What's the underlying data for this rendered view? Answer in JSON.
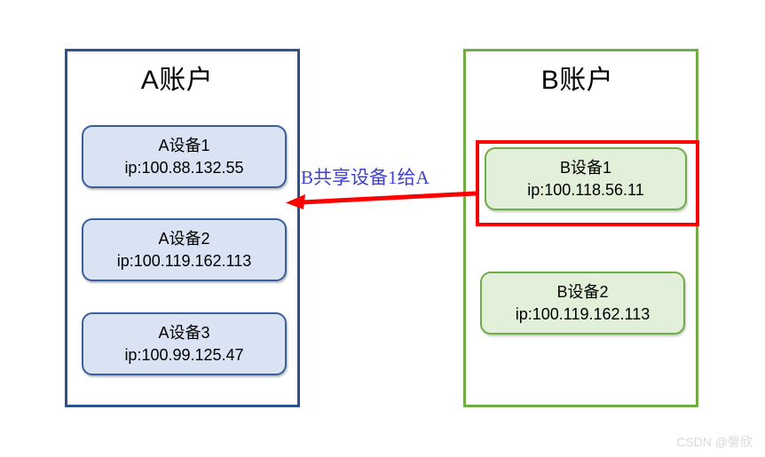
{
  "diagram": {
    "title": "Account device sharing diagram",
    "colors": {
      "account_a_border": "#2e5090",
      "account_b_border": "#70ad47",
      "device_blue_fill": "#dae3f3",
      "device_blue_border": "#3a5f9e",
      "device_green_fill": "#e2efd9",
      "device_green_border": "#70ad47",
      "highlight": "#ff0000",
      "arrow": "#ff0000",
      "label_text": "#4040d0",
      "watermark": "#d9d9d9"
    }
  },
  "account_a": {
    "title": "A账户",
    "devices": [
      {
        "name": "A设备1",
        "ip": "ip:100.88.132.55"
      },
      {
        "name": "A设备2",
        "ip": "ip:100.119.162.113"
      },
      {
        "name": "A设备3",
        "ip": "ip:100.99.125.47"
      }
    ]
  },
  "account_b": {
    "title": "B账户",
    "devices": [
      {
        "name": "B设备1",
        "ip": "ip:100.118.56.11"
      },
      {
        "name": "B设备2",
        "ip": "ip:100.119.162.113"
      }
    ]
  },
  "share_arrow": {
    "label": "B共享设备1给A",
    "direction": "right-to-left",
    "from": "B设备1",
    "to": "A账户"
  },
  "highlight": {
    "target": "B设备1",
    "style": "red-rectangle"
  },
  "watermark": {
    "text": "CSDN @謦欣"
  }
}
